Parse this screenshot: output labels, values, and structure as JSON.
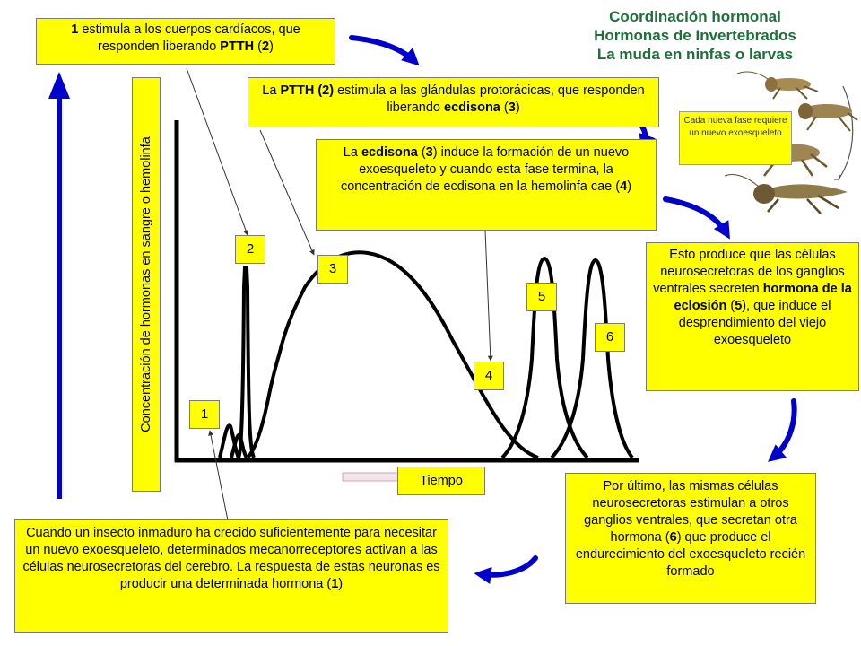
{
  "title": {
    "line1": "Coordinación hormonal",
    "line2": "Hormonas de Invertebrados",
    "line3": "La muda en ninfas o larvas"
  },
  "colors": {
    "box_fill": "#ffff00",
    "arrow_blue": "#0000cc",
    "title_green": "#1f6f3a",
    "curve": "#000000"
  },
  "boxes": {
    "b1": {
      "strong1": "1",
      "text1": " estimula a los cuerpos cardíacos, que responden liberando ",
      "strong2": "PTTH",
      "text2": " (",
      "strong3": "2",
      "text3": ")"
    },
    "b2": {
      "text1": "La ",
      "strong1": "PTTH (2)",
      "text2": " estimula a las glándulas protorácicas, que responden liberando ",
      "strong2": "ecdisona",
      "text3": " (",
      "strong3": "3",
      "text4": ")"
    },
    "b3": {
      "text1": "La ",
      "strong1": "ecdisona",
      "text2": " (",
      "strong2": "3",
      "text3": ") induce la formación de un nuevo exoesqueleto y cuando esta fase termina, la concentración de ecdisona en la hemolinfa cae (",
      "strong3": "4",
      "text4": ")"
    },
    "b4": {
      "text1": "Esto produce que las células neurosecretoras de los ganglios ventrales secreten ",
      "strong1": "hormona de la eclosión",
      "text2": " (",
      "strong2": "5",
      "text3": "), que induce el desprendimiento del viejo exoesqueleto"
    },
    "b5": {
      "text1": "Por último, las mismas células neurosecretoras estimulan a otros ganglios ventrales, que secretan otra hormona (",
      "strong1": "6",
      "text2": ") que produce el endurecimiento del exoesqueleto recién formado"
    },
    "b6": {
      "text1": "Cuando un insecto inmaduro ha crecido suficientemente para necesitar un nuevo exoesqueleto, determinados mecanorreceptores activan a las células neurosecretoras del cerebro. La respuesta de estas neuronas es producir una determinada hormona (",
      "strong1": "1",
      "text2": ")"
    }
  },
  "markers": [
    "1",
    "2",
    "3",
    "4",
    "5",
    "6"
  ],
  "axis": {
    "ylabel": "Concentración de hormonas en sangre o hemolinfa",
    "xlabel": "Tiempo"
  },
  "figure_caption": "Cada nueva fase requiere un nuevo exoesqueleto",
  "icons": [
    "grasshopper-icon",
    "blue-curved-arrow-icon",
    "blue-up-arrow-icon",
    "pink-right-arrow-icon"
  ]
}
